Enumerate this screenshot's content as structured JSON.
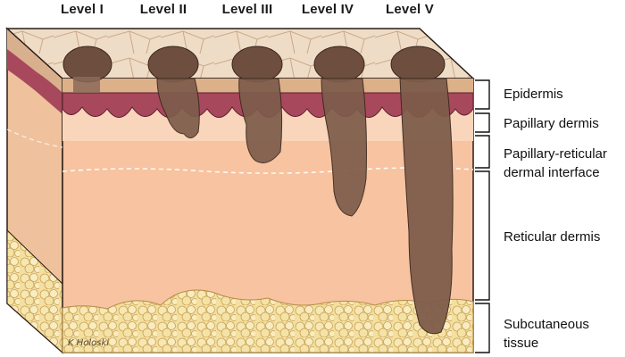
{
  "levels": [
    "Level I",
    "Level II",
    "Level III",
    "Level IV",
    "Level V"
  ],
  "layers": {
    "epidermis": "Epidermis",
    "papillary_dermis": "Papillary dermis",
    "interface_line1": "Papillary-reticular",
    "interface_line2": "dermal interface",
    "reticular_dermis": "Reticular dermis",
    "subcutaneous_line1": "Subcutaneous",
    "subcutaneous_line2": "tissue"
  },
  "credit": "K Holoski",
  "colors": {
    "skin_surface": "#ecd6bf",
    "epidermis": "#ddb38a",
    "basal_layer": "#a8485c",
    "papillary_dermis": "#f6cfb3",
    "reticular_dermis": "#f6bf9b",
    "fat": "#f2dd9a",
    "melanoma": "#7a5a4a",
    "outline": "#2b1d16"
  }
}
